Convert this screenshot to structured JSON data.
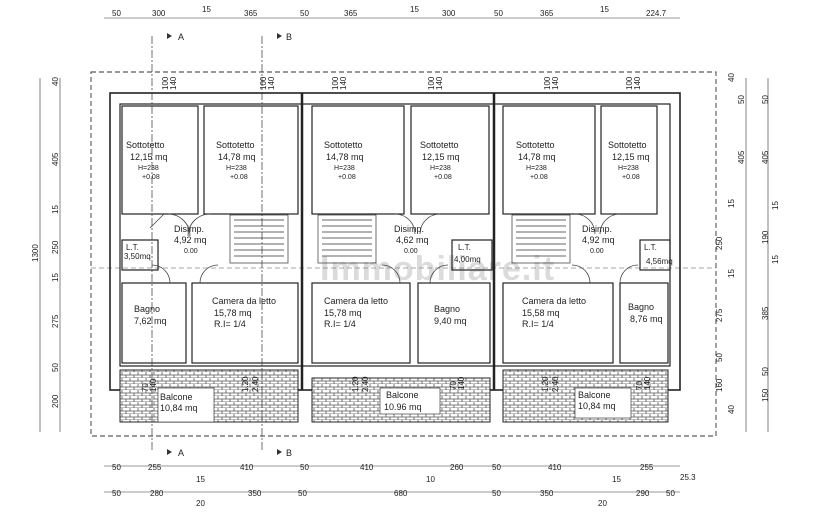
{
  "watermark": "Immobiliare.it",
  "section_marks": [
    "A",
    "B"
  ],
  "dims_top": [
    "50",
    "300",
    "15",
    "365",
    "50",
    "365",
    "15",
    "300",
    "50",
    "365",
    "15",
    "224.7"
  ],
  "dims_bottom_1": [
    "50",
    "255",
    "15",
    "410",
    "50",
    "410",
    "10",
    "260",
    "50",
    "410",
    "15",
    "255",
    "25.3"
  ],
  "dims_bottom_2": [
    "50",
    "280",
    "20",
    "350",
    "50",
    "680",
    "50",
    "350",
    "20",
    "290",
    "50"
  ],
  "dims_left": [
    "40",
    "405",
    "15",
    "250",
    "15",
    "275",
    "50",
    "200",
    "1300"
  ],
  "dims_right_1": [
    "40",
    "50",
    "405",
    "15",
    "250",
    "15",
    "275",
    "50",
    "160",
    "40"
  ],
  "dims_right_2": [
    "50",
    "405",
    "15",
    "190",
    "15",
    "385",
    "50",
    "150"
  ],
  "window_small": [
    "100",
    "140"
  ],
  "rooms": [
    {
      "name": "Sottotetto",
      "area": "12,15 mq",
      "h": "H=238",
      "dh": "+0.08"
    },
    {
      "name": "Sottotetto",
      "area": "14,78 mq",
      "h": "H=238",
      "dh": "+0.08"
    },
    {
      "name": "Sottotetto",
      "area": "14,78 mq",
      "h": "H=238",
      "dh": "+0.08"
    },
    {
      "name": "Sottotetto",
      "area": "12,15 mq",
      "h": "H=238",
      "dh": "+0.08"
    },
    {
      "name": "Sottotetto",
      "area": "14,78 mq",
      "h": "H=238",
      "dh": "+0.08"
    },
    {
      "name": "Sottotetto",
      "area": "12,15 mq",
      "h": "H=238",
      "dh": "+0.08"
    },
    {
      "name": "Disimp.",
      "area": "4,92 mq",
      "dh": "0.00"
    },
    {
      "name": "Disimp.",
      "area": "4,62 mq",
      "dh": "0.00"
    },
    {
      "name": "Disimp.",
      "area": "4,92 mq",
      "dh": "0.00"
    },
    {
      "name": "L.T.",
      "area": "3,50mq"
    },
    {
      "name": "L.T.",
      "area": "4,00mq"
    },
    {
      "name": "L.T.",
      "area": "4,56mq"
    },
    {
      "name": "Bagno",
      "area": "7,62 mq"
    },
    {
      "name": "Bagno",
      "area": "9,40 mq"
    },
    {
      "name": "Bagno",
      "area": "8,76 mq"
    },
    {
      "name": "Camera da letto",
      "area": "15,78 mq",
      "ri": "R.I= 1/4"
    },
    {
      "name": "Camera da letto",
      "area": "15,78 mq",
      "ri": "R.I= 1/4"
    },
    {
      "name": "Camera da letto",
      "area": "15,58 mq",
      "ri": "R.I= 1/4"
    },
    {
      "name": "Balcone",
      "area": "10,84 mq"
    },
    {
      "name": "Balcone",
      "area": "10.96 mq"
    },
    {
      "name": "Balcone",
      "area": "10,84 mq"
    }
  ],
  "balcony_window": [
    "1.20",
    "2.40"
  ],
  "balcony_side": [
    "70",
    "140"
  ]
}
